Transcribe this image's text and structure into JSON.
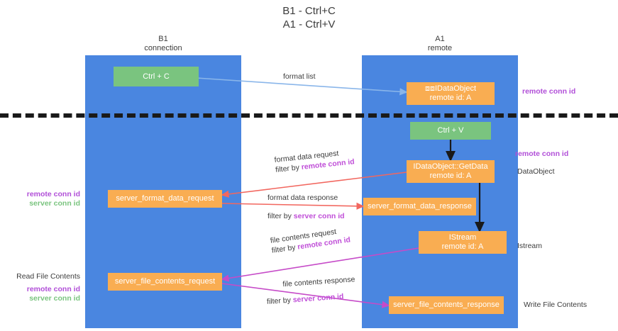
{
  "title": "B1 - Ctrl+C\nA1 - Ctrl+V",
  "columns": {
    "left": {
      "header": "B1\nconnection"
    },
    "right": {
      "header": "A1\nremote"
    }
  },
  "nodes": {
    "ctrl_c": {
      "label": "Ctrl + C"
    },
    "ctrl_v": {
      "label": "Ctrl + V"
    },
    "idataobject_top": {
      "label": "⧈⧈IDataObject\nremote id: A"
    },
    "idataobject_getdata": {
      "label": "IDataObject::GetData\nremote id: A"
    },
    "server_format_data_request": {
      "label": "server_format_data_request"
    },
    "server_format_data_response": {
      "label": "server_format_data_response"
    },
    "istream": {
      "label": "IStream\nremote id: A"
    },
    "server_file_contents_request": {
      "label": "server_file_contents_request"
    },
    "server_file_contents_response": {
      "label": "server_file_contents_response"
    }
  },
  "flows": {
    "format_list": {
      "line1": "format list"
    },
    "format_data_request": {
      "line1": "format data request",
      "line2_prefix": "filter by ",
      "line2_key": "remote conn id"
    },
    "format_data_response": {
      "line1": "format data response",
      "line2_prefix": "filter by ",
      "line2_key": "server conn id"
    },
    "file_contents_request": {
      "line1": "file contents request",
      "line2_prefix": "filter by ",
      "line2_key": "remote conn id"
    },
    "file_contents_response": {
      "line1": "file contents response",
      "line2_prefix": "filter by ",
      "line2_key": "server conn id"
    }
  },
  "side_labels": {
    "right_top_conn": "remote conn id",
    "right_getdata_conn": "remote conn id",
    "right_dataobject": "DataObject",
    "right_istream": "Istream",
    "right_write_file": "Write File Contents",
    "left_mid_remote": "remote conn id",
    "left_mid_server": "server conn id",
    "left_read_file": "Read File Contents",
    "left_low_remote": "remote conn id",
    "left_low_server": "server conn id"
  },
  "colors": {
    "lane": "#4a86e0",
    "green": "#7ac47f",
    "orange": "#f9ad52",
    "purple": "#b14fd8",
    "red_arrow": "#f2675f",
    "magenta_arrow": "#c64bc8",
    "blue_arrow": "#8ab6ea",
    "black": "#1a1a1a"
  }
}
